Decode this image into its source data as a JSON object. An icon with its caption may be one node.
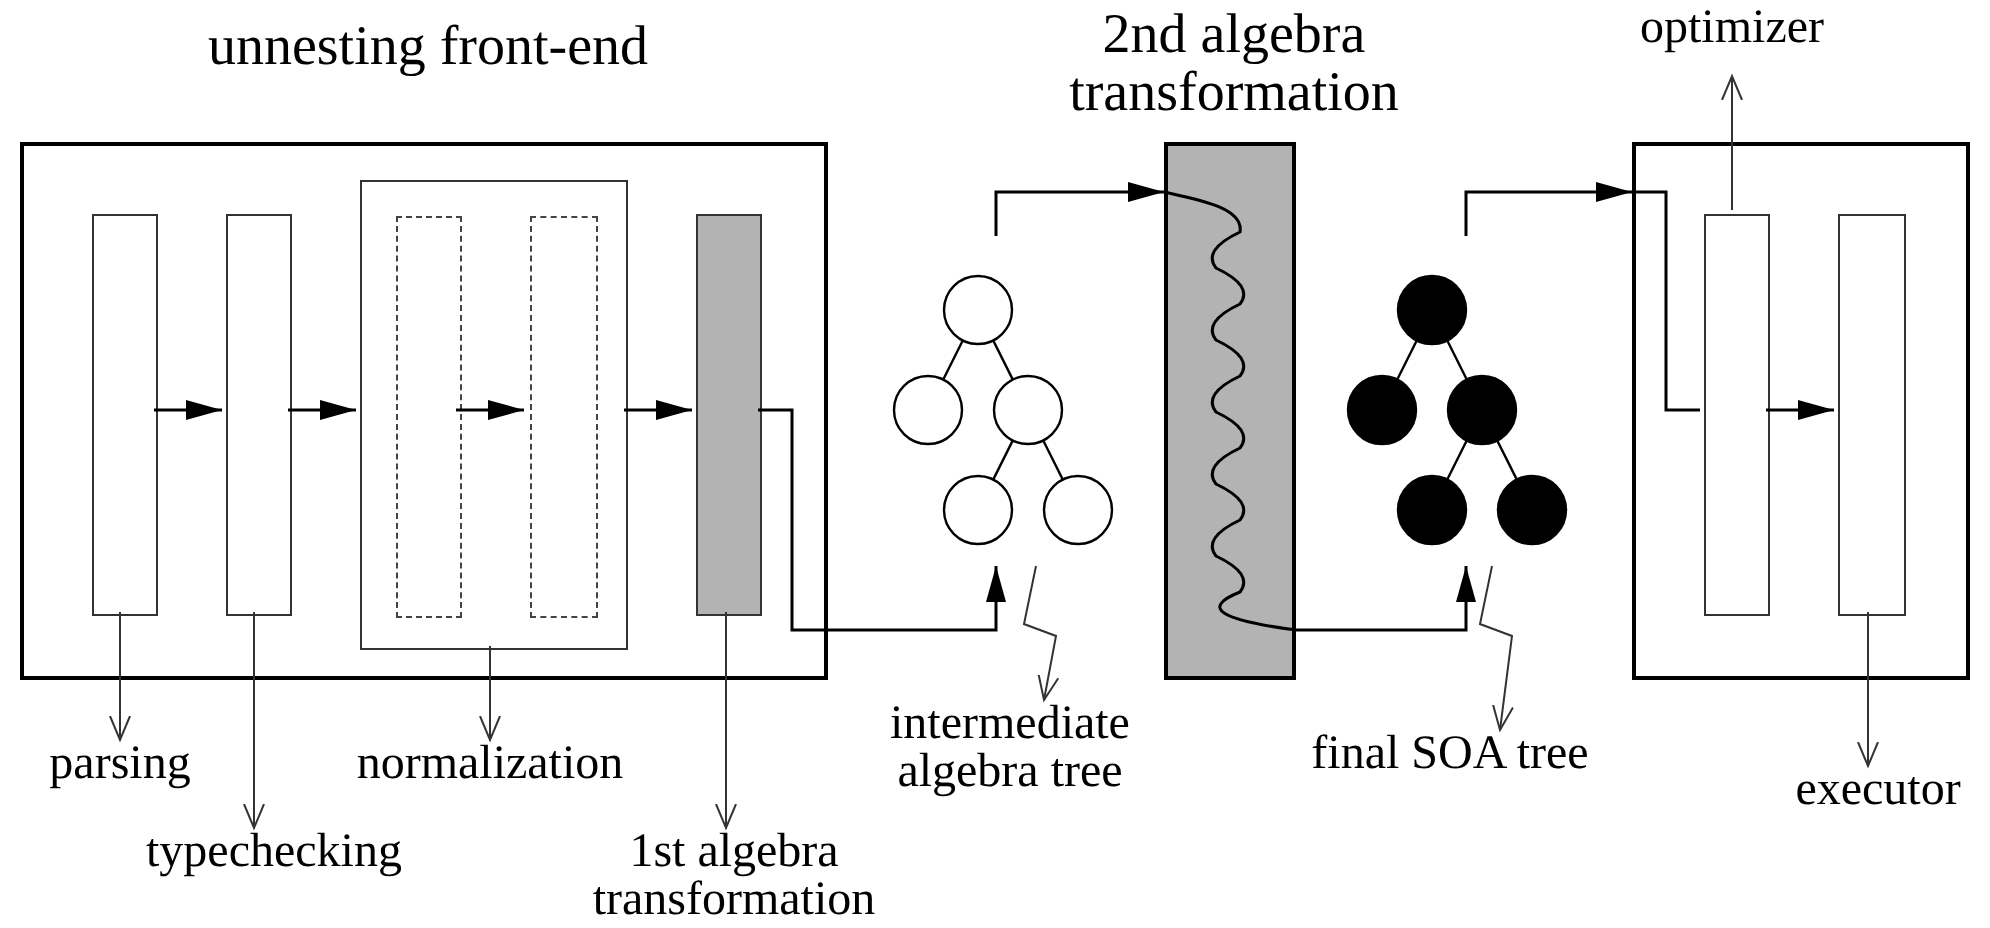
{
  "diagram": {
    "nodes": [
      {
        "text": [
          "unnesting front-end"
        ]
      },
      {
        "text": [],
        "shape": "box",
        "in": 0
      },
      {
        "text": [],
        "shape": "box",
        "in": 0
      },
      {
        "text": [],
        "shape": "box",
        "in": 0
      },
      {
        "text": [],
        "shape": "box",
        "in": 3
      },
      {
        "text": [],
        "shape": "box",
        "in": 3
      },
      {
        "text": [],
        "shape": "box",
        "in": 0
      },
      {
        "text": [],
        "shape": "tree"
      },
      {
        "text": [
          "2nd algebra transformation"
        ]
      },
      {
        "text": [],
        "shape": "tree"
      },
      {
        "text": [],
        "shape": "box"
      },
      {
        "text": [],
        "shape": "box",
        "in": 10
      },
      {
        "text": [],
        "shape": "box",
        "in": 10
      },
      {
        "text": [
          "optimizer"
        ]
      },
      {
        "text": [
          "parsing"
        ]
      },
      {
        "text": [
          "typechecking"
        ]
      },
      {
        "text": [
          "normalization"
        ]
      },
      {
        "text": [
          "1st algebra transformation"
        ]
      },
      {
        "text": [
          "intermediate algebra tree"
        ]
      },
      {
        "text": [
          "final SOA tree"
        ]
      },
      {
        "text": [
          "executor"
        ]
      }
    ],
    "edges": [
      {
        "from": 1,
        "to": 2,
        "arrow": "to"
      },
      {
        "from": 2,
        "to": 3,
        "arrow": "to"
      },
      {
        "from": 4,
        "to": 5,
        "arrow": "to"
      },
      {
        "from": 3,
        "to": 6,
        "arrow": "to"
      },
      {
        "from": 6,
        "to": 7,
        "arrow": "to"
      },
      {
        "from": 7,
        "to": 8,
        "arrow": "to"
      },
      {
        "from": 8,
        "to": 9,
        "arrow": "to"
      },
      {
        "from": 9,
        "to": 10,
        "arrow": "to"
      },
      {
        "from": 10,
        "to": 11,
        "arrow": "none"
      },
      {
        "from": 11,
        "to": 12,
        "arrow": "to"
      },
      {
        "from": 11,
        "to": 13,
        "arrow": "to"
      },
      {
        "from": 1,
        "to": 14,
        "arrow": "to"
      },
      {
        "from": 2,
        "to": 15,
        "arrow": "to"
      },
      {
        "from": 3,
        "to": 16,
        "arrow": "to"
      },
      {
        "from": 6,
        "to": 17,
        "arrow": "to"
      },
      {
        "from": 12,
        "to": 20,
        "arrow": "to"
      },
      {
        "from": 7,
        "to": 18,
        "arrow": "to"
      },
      {
        "from": 9,
        "to": 19,
        "arrow": "to"
      }
    ]
  }
}
